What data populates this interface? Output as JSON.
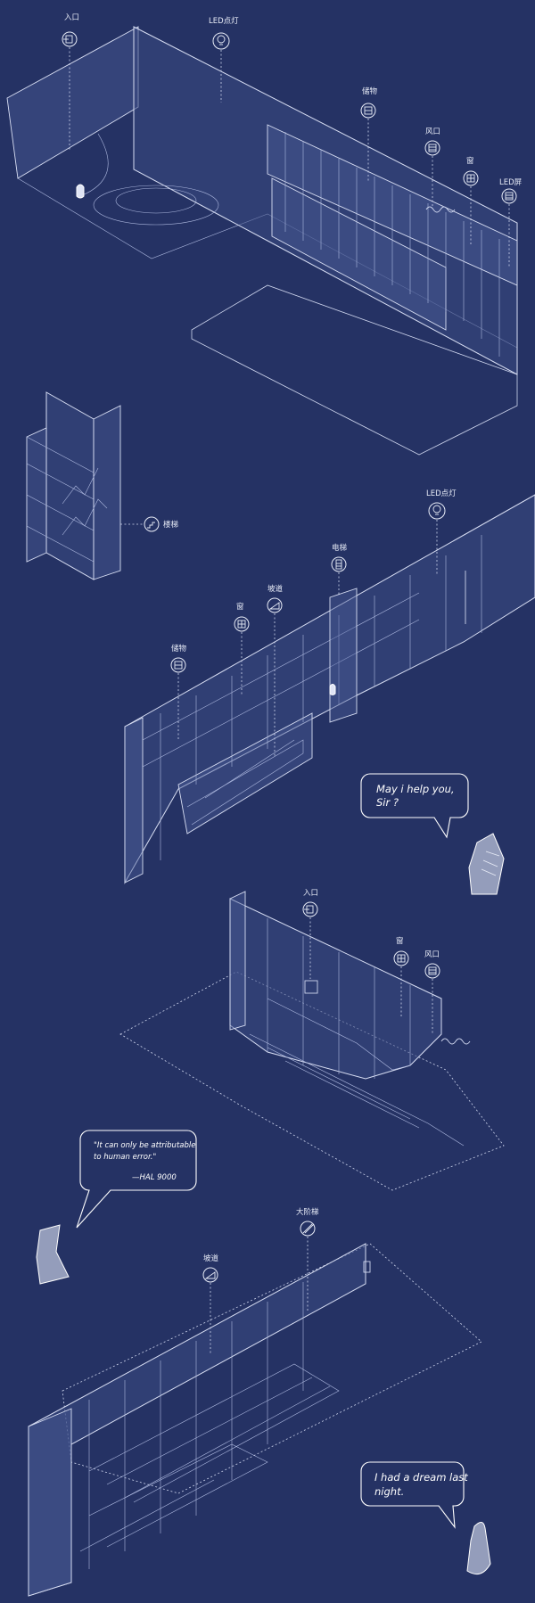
{
  "labels": {
    "s1_entrance": "入口",
    "s1_led_light": "LED点灯",
    "s1_storage": "储物",
    "s1_vent": "风口",
    "s1_window": "窗",
    "s1_led_screen": "LED屏",
    "stair": "楼梯",
    "s2_led_light": "LED点灯",
    "s2_elevator": "电梯",
    "s2_ramp": "坡道",
    "s2_window": "窗",
    "s2_storage": "储物",
    "s3_entrance": "入口",
    "s3_window": "窗",
    "s3_vent": "风口",
    "s4_big_stair": "大阶梯",
    "s4_ramp": "坡道"
  },
  "bubbles": {
    "b1_line1": "May i help you,",
    "b1_line2": "Sir ?",
    "b2_line1": "\"It can only be attributable",
    "b2_line2": "to human error.\"",
    "b2_line3": "—HAL 9000",
    "b3_line1": "I had a dream last",
    "b3_line2": "night."
  },
  "colors": {
    "background": "#253264",
    "line": "#cfd6ee",
    "text": "#e8ecf7"
  },
  "icons": [
    "entrance-icon",
    "bulb-icon",
    "storage-icon",
    "vent-icon",
    "window-icon",
    "led-screen-icon",
    "stair-icon",
    "elevator-icon",
    "ramp-icon"
  ]
}
